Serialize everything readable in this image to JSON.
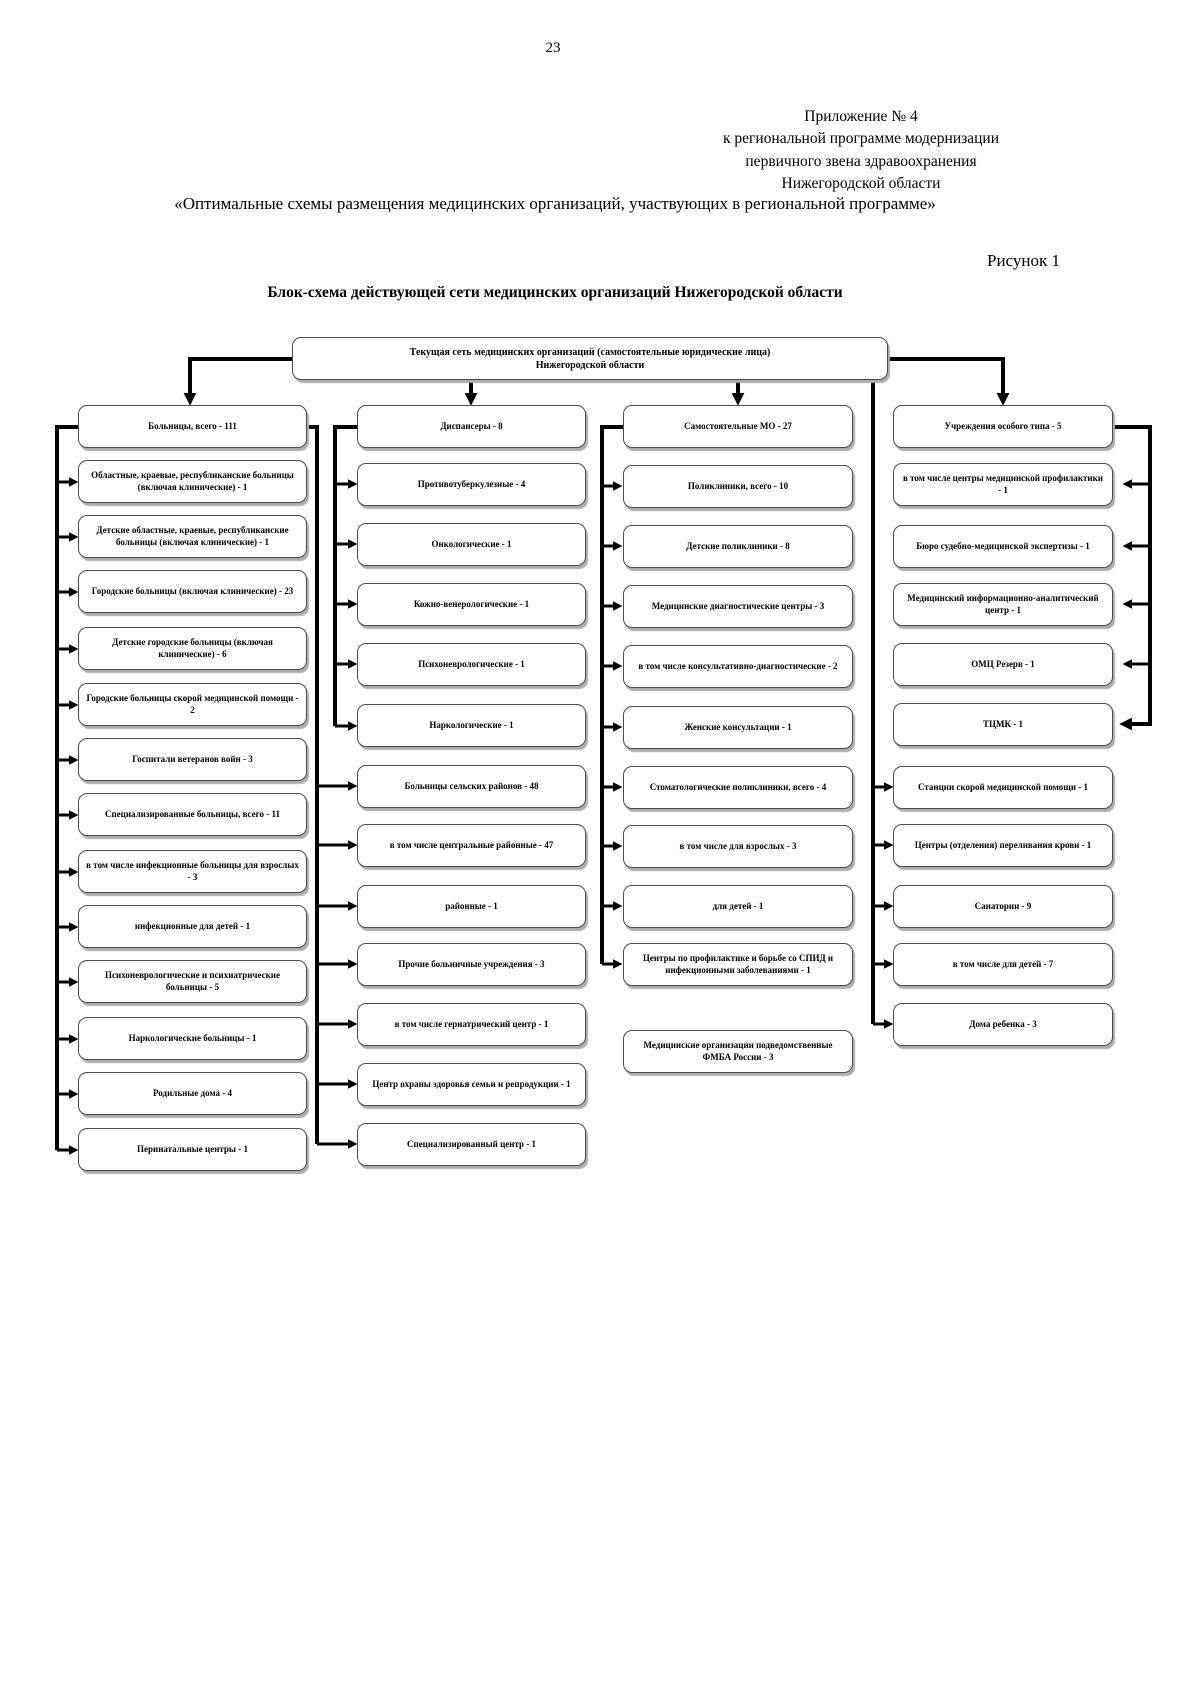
{
  "page": {
    "number": "23"
  },
  "header": {
    "appendix": [
      "Приложение № 4",
      "к региональной программе модернизации",
      "первичного звена здравоохранения",
      "Нижегородской области"
    ],
    "doc_title": "«Оптимальные схемы размещения медицинских организаций, участвующих в региональной программе»",
    "figure_label": "Рисунок 1"
  },
  "chart": {
    "title": "Блок-схема действующей сети медицинских организаций Нижегородской области",
    "root_line1": "Текущая сеть медицинских организаций (самостоятельные юридические лица)",
    "root_line2": "Нижегородской области",
    "columns": [
      {
        "name": "Больницы",
        "items": [
          "Больницы, всего - 111",
          "Областные, краевые, республиканские больницы (включая клинические) - 1",
          "Детские областные, краевые, республиканские больницы (включая клинические) - 1",
          "Городские больницы (включая клинические) - 23",
          "Детские городские больницы (включая клинические) - 6",
          "Городские больницы скорой медицинской помощи - 2",
          "Госпитали ветеранов войн - 3",
          "Специализированные больницы, всего - 11",
          "в том числе инфекционные больницы для взрослых - 3",
          "инфекционные для детей - 1",
          "Психоневрологические и психиатрические больницы - 5",
          "Наркологические больницы - 1",
          "Родильные дома - 4",
          "Перинатальные центры - 1"
        ]
      },
      {
        "name": "Диспансеры",
        "items": [
          "Диспансеры - 8",
          "Противотуберкулезные - 4",
          "Онкологические - 1",
          "Кожно-венерологические - 1",
          "Психоневрологические - 1",
          "Наркологические - 1",
          "Больницы сельских районов - 48",
          "в том числе центральные районные - 47",
          "районные - 1",
          "Прочие больничные учреждения - 3",
          "в том числе гериатрический центр - 1",
          "Центр охраны здоровья семьи и репродукции - 1",
          "Специализированный центр - 1"
        ]
      },
      {
        "name": "Самостоятельные МО",
        "items": [
          "Самостоятельные МО - 27",
          "Поликлиники, всего - 10",
          "Детские поликлиники - 8",
          "Медицинские диагностические центры - 3",
          "в том числе консультативно-диагностические - 2",
          "Женские консультации - 1",
          "Стоматологические поликлиники, всего - 4",
          "в том числе для взрослых - 3",
          "для детей - 1",
          "Центры по профилактике и борьбе со СПИД и инфекционными заболеваниями - 1",
          "Медицинские организации подведомственные ФМБА России - 3"
        ]
      },
      {
        "name": "Учреждения особого типа",
        "items": [
          "Учреждения особого типа - 5",
          "в том числе центры медицинской профилактики - 1",
          "Бюро судебно-медицинской экспертизы - 1",
          "Медицинский информационно-аналитический центр - 1",
          "ОМЦ Резерв - 1",
          "ТЦМК - 1",
          "Станции скорой медицинской помощи - 1",
          "Центры (отделения) переливания крови - 1",
          "Санатории - 9",
          "в том числе для детей - 7",
          "Дома ребенка - 3"
        ]
      }
    ]
  }
}
